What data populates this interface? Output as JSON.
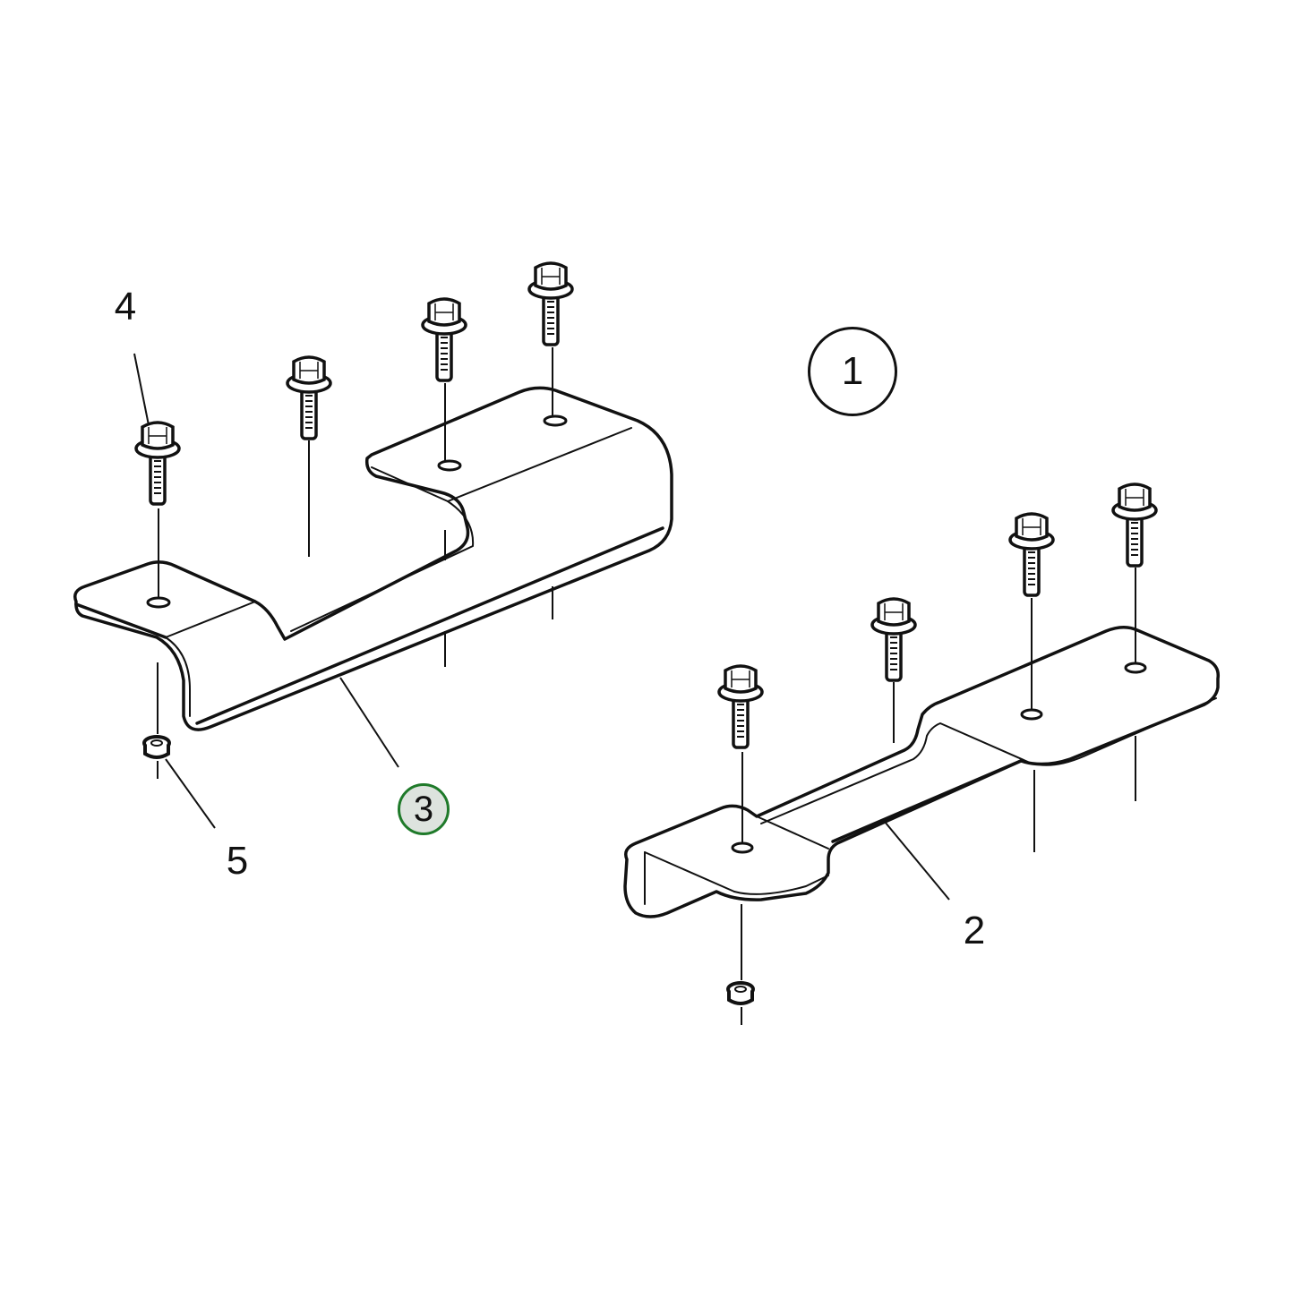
{
  "diagram": {
    "type": "exploded parts diagram",
    "description": "Two bent metal brackets with flange bolts and flange nuts",
    "colors": {
      "line": "#111111",
      "background": "#ffffff",
      "highlight_ring": "#1f7a2a",
      "highlight_fill": "#dde3de"
    },
    "callouts": [
      {
        "id": "1",
        "label": "1",
        "style": "circled",
        "refers_to": "assembly"
      },
      {
        "id": "2",
        "label": "2",
        "style": "plain",
        "refers_to": "right bracket"
      },
      {
        "id": "3",
        "label": "3",
        "style": "circled-highlighted",
        "refers_to": "left bracket"
      },
      {
        "id": "4",
        "label": "4",
        "style": "plain",
        "refers_to": "flange bolt"
      },
      {
        "id": "5",
        "label": "5",
        "style": "plain",
        "refers_to": "flange nut"
      }
    ],
    "parts": {
      "left_bracket_bolts": 4,
      "left_bracket_nuts": 1,
      "right_bracket_bolts": 4,
      "right_bracket_nuts": 1
    }
  }
}
